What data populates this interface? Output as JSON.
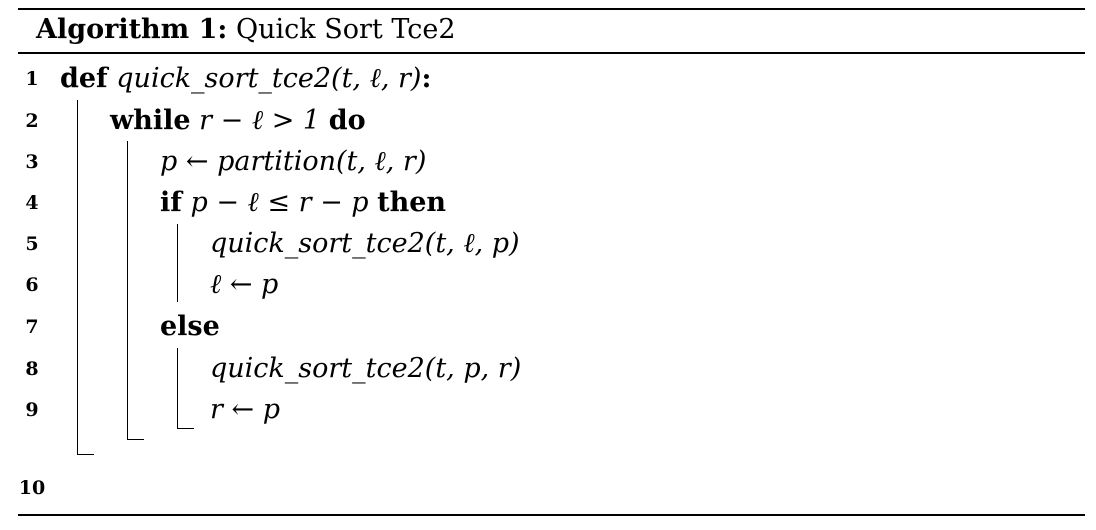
{
  "caption": {
    "label": "Algorithm 1:",
    "title": "Quick Sort Tce2"
  },
  "line_numbers": [
    "1",
    "2",
    "3",
    "4",
    "5",
    "6",
    "7",
    "8",
    "9",
    "10"
  ],
  "code": {
    "l1_kw": "def",
    "l1_text": "quick_sort_tce2(t, ℓ, r)",
    "l1_colon": ":",
    "l2_kw_while": "while",
    "l2_cond": "r − ℓ > 1",
    "l2_kw_do": "do",
    "l3_text": "p ← partition(t, ℓ, r)",
    "l4_kw_if": "if",
    "l4_cond": "p − ℓ ≤ r − p",
    "l4_kw_then": "then",
    "l5_text": "quick_sort_tce2(t, ℓ, p)",
    "l6_text": "ℓ ← p",
    "l7_kw_else": "else",
    "l8_text": "quick_sort_tce2(t, p, r)",
    "l9_text": "r ← p"
  }
}
